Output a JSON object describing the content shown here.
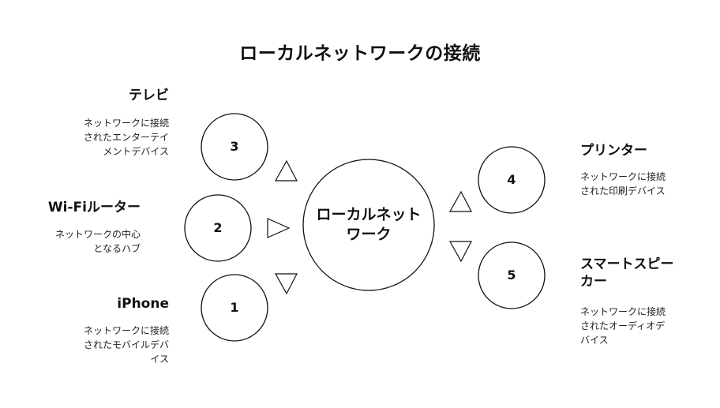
{
  "title": "ローカルネットワークの接続",
  "center": {
    "line1": "ローカルネット",
    "line2": "ワーク"
  },
  "nodes": [
    {
      "number": "3",
      "title": "テレビ",
      "desc": [
        "ネットワークに接続",
        "されたエンターテイ",
        "メントデバイス"
      ]
    },
    {
      "number": "2",
      "title": "Wi-Fiルーター",
      "desc": [
        "ネットワークの中心",
        "となるハブ"
      ]
    },
    {
      "number": "1",
      "title": "iPhone",
      "desc": [
        "ネットワークに接続",
        "されたモバイルデバ",
        "イス"
      ]
    },
    {
      "number": "4",
      "title": "プリンター",
      "desc": [
        "ネットワークに接続",
        "された印刷デバイス"
      ]
    },
    {
      "number": "5",
      "title_lines": [
        "スマートスピー",
        "カー"
      ],
      "desc": [
        "ネットワークに接続",
        "されたオーディオデ",
        "バイス"
      ]
    }
  ],
  "colors": {
    "stroke": "#111111",
    "background": "#ffffff",
    "text": "#111111"
  }
}
